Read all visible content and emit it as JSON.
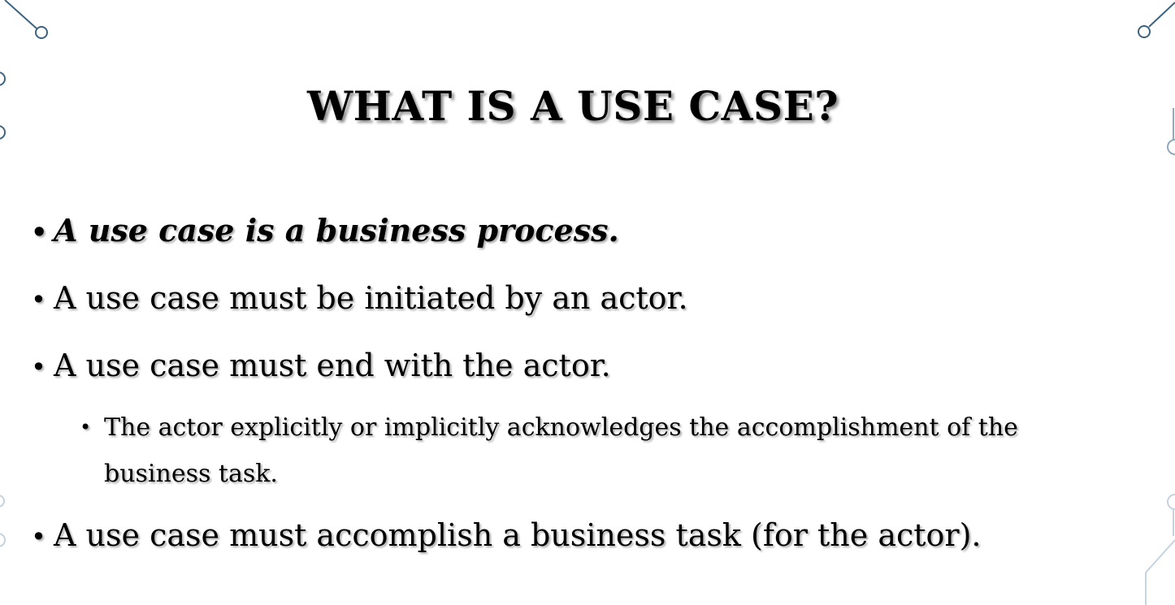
{
  "slide": {
    "title": "WHAT IS A USE CASE?",
    "bullets": [
      {
        "text": "A use case is a business process."
      },
      {
        "text": "A use case must be initiated by an actor."
      },
      {
        "text": "A use case must end with the actor."
      },
      {
        "text": "The actor explicitly or implicitly acknowledges the accomplishment of the business task."
      },
      {
        "text": "A use case must accomplish a business task (for the actor)."
      }
    ],
    "bullet_glyph": "•",
    "accent_color": "#2f5f7f",
    "accent_light": "#b8cbd9"
  }
}
